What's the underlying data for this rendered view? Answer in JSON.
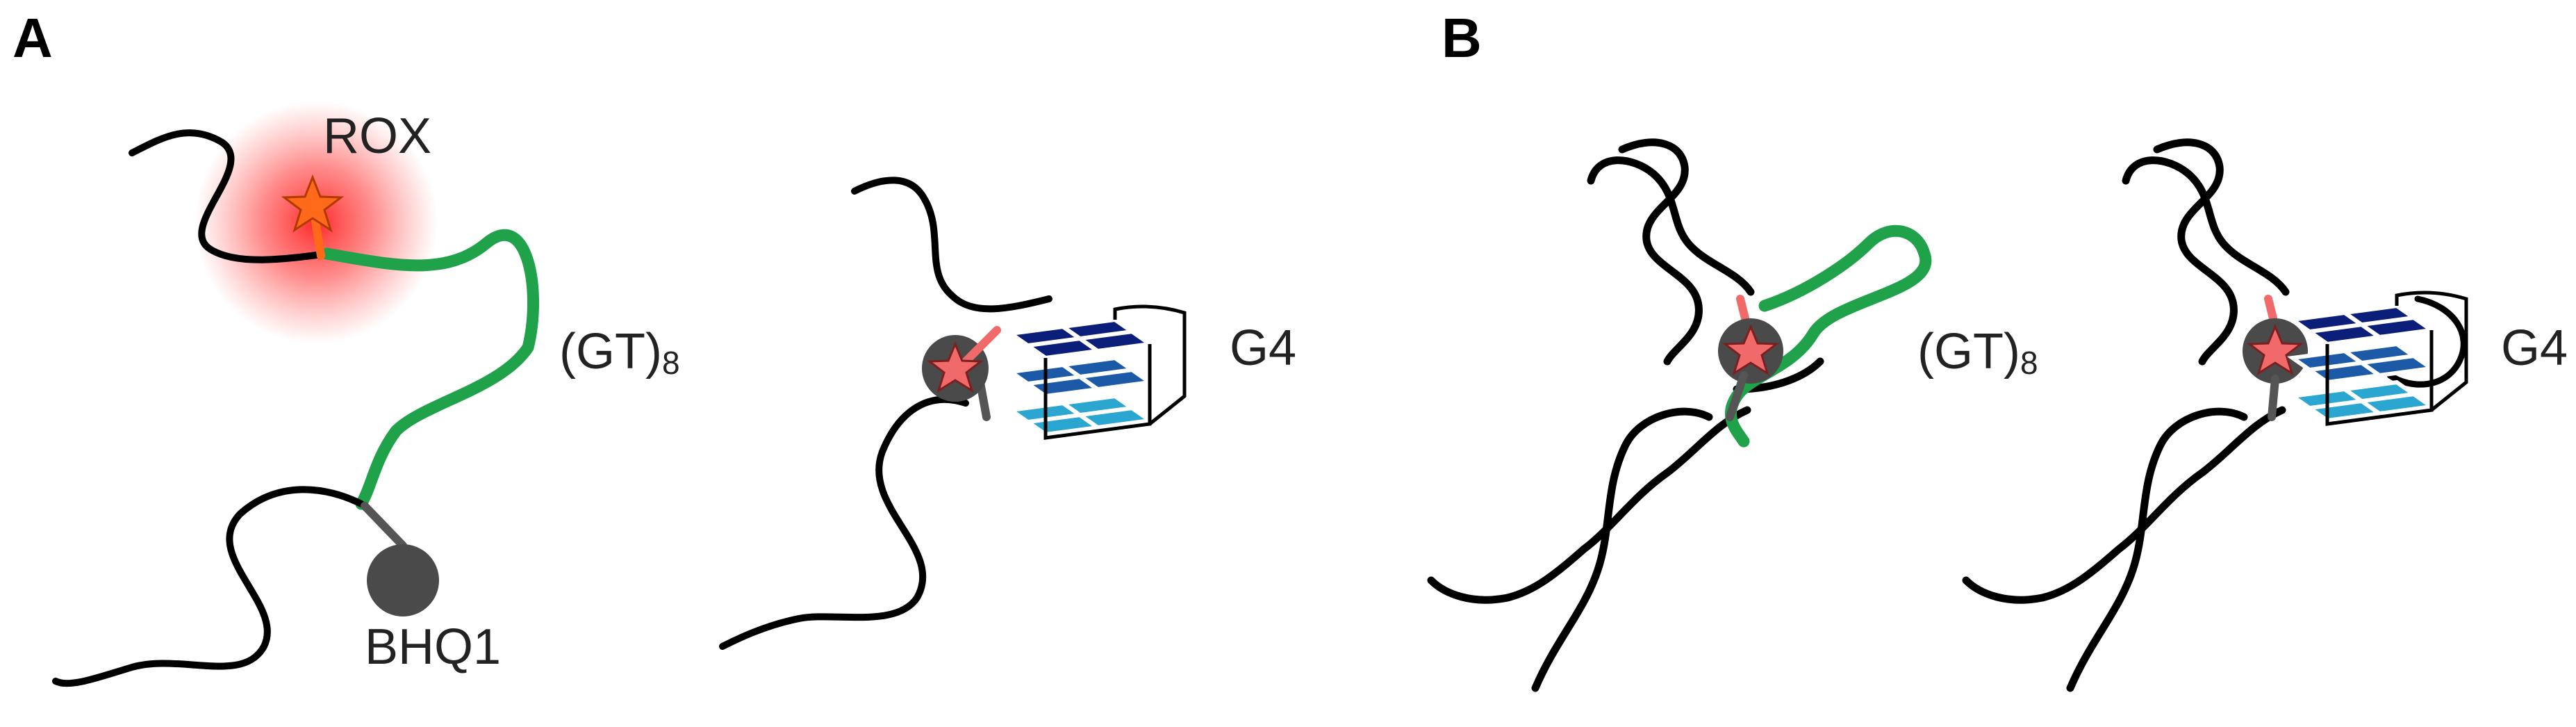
{
  "panels": {
    "a": {
      "letter": "A",
      "fluorophore_label": "ROX",
      "linker_label": "(GT)",
      "linker_subscript": "8",
      "quencher_label": "BHQ1",
      "structure_label": "G4"
    },
    "b": {
      "letter": "B",
      "linker_label": "(GT)",
      "linker_subscript": "8",
      "structure_label": "G4"
    }
  },
  "colors": {
    "strand": "#000000",
    "linker_green": "#1fa24a",
    "fluorophore_star": "#ff6a1a",
    "quenched_star": "#f06a6a",
    "quencher": "#4a4a4a",
    "glow": "#ff2a2a",
    "g4_dark": "#0b1f7a",
    "g4_mid": "#1f63b0",
    "g4_light": "#29a9d2"
  }
}
